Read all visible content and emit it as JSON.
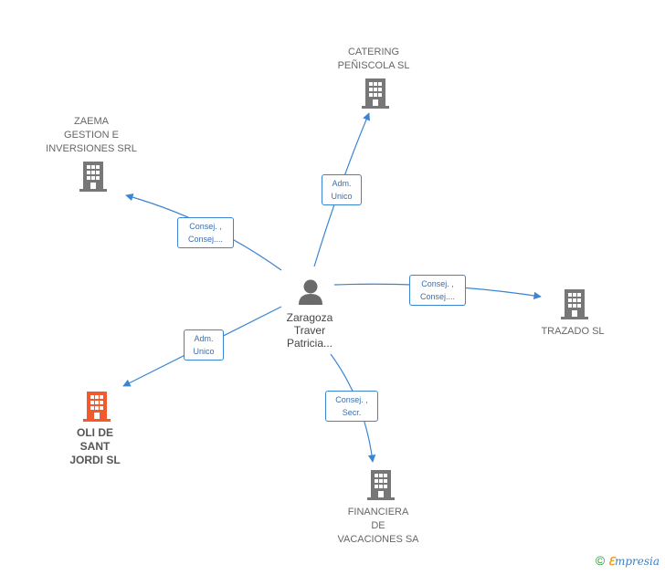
{
  "colors": {
    "edge": "#3a84d4",
    "company_icon": "#777777",
    "highlight_icon": "#f15a2c",
    "person_icon": "#6a6a6a"
  },
  "person": {
    "label": "Zaragoza\nTraver\nPatricia...",
    "icon": "person-icon"
  },
  "companies": [
    {
      "id": "catering",
      "label": "CATERING\nPEÑISCOLA SL",
      "highlight": false,
      "icon": "building-icon"
    },
    {
      "id": "zaema",
      "label": "ZAEMA\nGESTION E\nINVERSIONES SRL",
      "highlight": false,
      "icon": "building-icon"
    },
    {
      "id": "trazado",
      "label": "TRAZADO SL",
      "highlight": false,
      "icon": "building-icon"
    },
    {
      "id": "oli",
      "label": "OLI DE\nSANT\nJORDI  SL",
      "highlight": true,
      "icon": "building-icon"
    },
    {
      "id": "financiera",
      "label": "FINANCIERA\nDE\nVACACIONES SA",
      "highlight": false,
      "icon": "building-icon"
    }
  ],
  "relations": [
    {
      "target": "catering",
      "lines": [
        "Adm.",
        "Unico"
      ]
    },
    {
      "target": "zaema",
      "lines": [
        "Consej. ,",
        "Consej...."
      ]
    },
    {
      "target": "trazado",
      "lines": [
        "Consej. ,",
        "Consej...."
      ]
    },
    {
      "target": "oli",
      "lines": [
        "Adm.",
        "Unico"
      ]
    },
    {
      "target": "financiera",
      "lines": [
        "Consej. ,",
        "Secr."
      ]
    }
  ],
  "footer": {
    "copyright": "©",
    "brand_initial": "ℇ",
    "brand_rest": "mpresia"
  }
}
